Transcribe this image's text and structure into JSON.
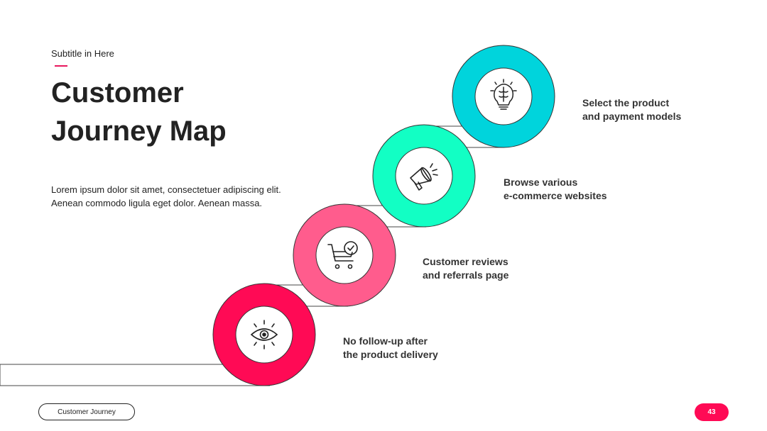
{
  "header": {
    "subtitle": "Subtitle in Here",
    "title_line1": "Customer",
    "title_line2": "Journey Map"
  },
  "description": {
    "line1": "Lorem ipsum dolor sit amet, consectetuer adipiscing elit.",
    "line2": "Aenean commodo ligula eget dolor. Aenean massa."
  },
  "steps": [
    {
      "icon": "eye-icon",
      "color": "#ff0a55",
      "line1": "No follow-up after",
      "line2": "the product delivery"
    },
    {
      "icon": "shopping-cart-check-icon",
      "color": "#ff5c8d",
      "line1": "Customer reviews",
      "line2": "and referrals page"
    },
    {
      "icon": "megaphone-icon",
      "color": "#12ffc4",
      "line1": "Browse various",
      "line2": "e-commerce websites"
    },
    {
      "icon": "lightbulb-brain-icon",
      "color": "#00d4dc",
      "line1": "Select the product",
      "line2": "and payment models"
    }
  ],
  "footer": {
    "section_label": "Customer Journey",
    "page_number": "43"
  },
  "colors": {
    "accent": "#e8175d",
    "badge": "#ff0a55"
  }
}
